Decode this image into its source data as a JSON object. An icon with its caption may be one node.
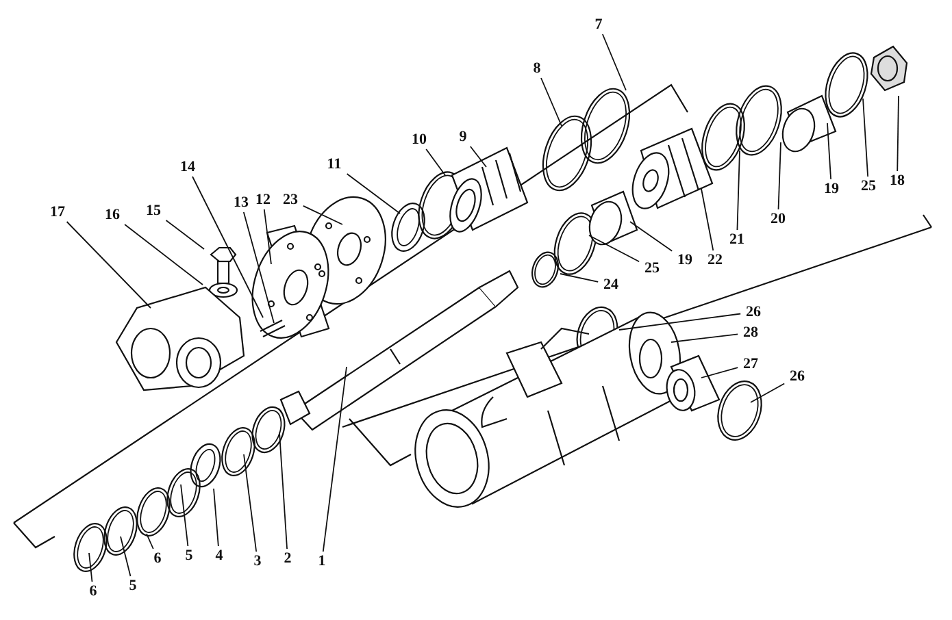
{
  "diagram": {
    "nodes": [
      {
        "text": [
          "7"
        ]
      },
      {
        "text": [
          "8"
        ]
      },
      {
        "text": [
          "9"
        ]
      },
      {
        "text": [
          "10"
        ]
      },
      {
        "text": [
          "11"
        ]
      },
      {
        "text": [
          "14"
        ]
      },
      {
        "text": [
          "18"
        ]
      },
      {
        "text": [
          "25"
        ]
      },
      {
        "text": [
          "19"
        ]
      },
      {
        "text": [
          "17"
        ]
      },
      {
        "text": [
          "16"
        ]
      },
      {
        "text": [
          "15"
        ]
      },
      {
        "text": [
          "13"
        ]
      },
      {
        "text": [
          "12"
        ]
      },
      {
        "text": [
          "23"
        ]
      },
      {
        "text": [
          "20"
        ]
      },
      {
        "text": [
          "21"
        ]
      },
      {
        "text": [
          "22"
        ]
      },
      {
        "text": [
          "19"
        ]
      },
      {
        "text": [
          "25"
        ]
      },
      {
        "text": [
          "24"
        ]
      },
      {
        "text": [
          "26"
        ]
      },
      {
        "text": [
          "28"
        ]
      },
      {
        "text": [
          "27"
        ]
      },
      {
        "text": [
          "26"
        ]
      },
      {
        "text": [
          "6"
        ]
      },
      {
        "text": [
          "5"
        ]
      },
      {
        "text": [
          "6"
        ]
      },
      {
        "text": [
          "5"
        ]
      },
      {
        "text": [
          "4"
        ]
      },
      {
        "text": [
          "3"
        ]
      },
      {
        "text": [
          "2"
        ]
      },
      {
        "text": [
          "1"
        ]
      }
    ],
    "edges": [
      {
        "from": 0,
        "to": null,
        "arrow": "none"
      },
      {
        "from": 1,
        "to": null,
        "arrow": "none"
      },
      {
        "from": 2,
        "to": null,
        "arrow": "none"
      },
      {
        "from": 3,
        "to": null,
        "arrow": "none"
      },
      {
        "from": 4,
        "to": null,
        "arrow": "none"
      },
      {
        "from": 5,
        "to": null,
        "arrow": "none"
      },
      {
        "from": 6,
        "to": null,
        "arrow": "none"
      },
      {
        "from": 7,
        "to": null,
        "arrow": "none"
      },
      {
        "from": 8,
        "to": null,
        "arrow": "none"
      },
      {
        "from": 9,
        "to": null,
        "arrow": "none"
      },
      {
        "from": 10,
        "to": null,
        "arrow": "none"
      },
      {
        "from": 11,
        "to": null,
        "arrow": "none"
      },
      {
        "from": 12,
        "to": null,
        "arrow": "none"
      },
      {
        "from": 13,
        "to": null,
        "arrow": "none"
      },
      {
        "from": 14,
        "to": null,
        "arrow": "none"
      },
      {
        "from": 15,
        "to": null,
        "arrow": "none"
      },
      {
        "from": 16,
        "to": null,
        "arrow": "none"
      },
      {
        "from": 17,
        "to": null,
        "arrow": "none"
      },
      {
        "from": 18,
        "to": null,
        "arrow": "none"
      },
      {
        "from": 19,
        "to": null,
        "arrow": "none"
      },
      {
        "from": 20,
        "to": null,
        "arrow": "none"
      },
      {
        "from": 21,
        "to": null,
        "arrow": "none"
      },
      {
        "from": 22,
        "to": null,
        "arrow": "none"
      },
      {
        "from": 23,
        "to": null,
        "arrow": "none"
      },
      {
        "from": 24,
        "to": null,
        "arrow": "none"
      },
      {
        "from": 25,
        "to": null,
        "arrow": "none"
      },
      {
        "from": 26,
        "to": null,
        "arrow": "none"
      },
      {
        "from": 27,
        "to": null,
        "arrow": "none"
      },
      {
        "from": 28,
        "to": null,
        "arrow": "none"
      },
      {
        "from": 29,
        "to": null,
        "arrow": "none"
      },
      {
        "from": 30,
        "to": null,
        "arrow": "none"
      },
      {
        "from": 31,
        "to": null,
        "arrow": "none"
      },
      {
        "from": 32,
        "to": null,
        "arrow": "none"
      }
    ]
  }
}
